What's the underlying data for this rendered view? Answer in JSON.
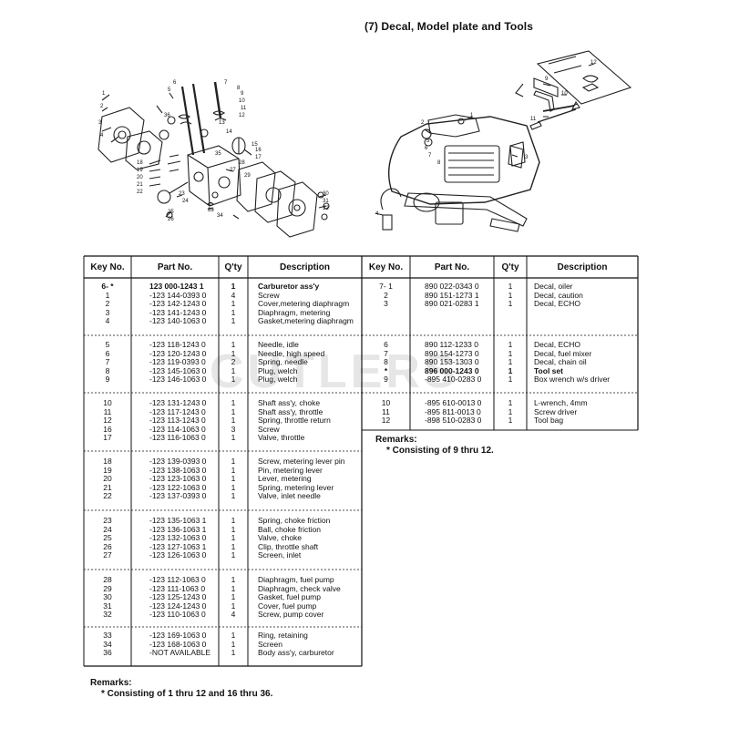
{
  "section_title": "(7)  Decal, Model plate and Tools",
  "watermark_text": "CUTLERS",
  "diagram_labels": {
    "carb": [
      "1",
      "2",
      "3",
      "4",
      "5",
      "6",
      "7",
      "8",
      "9",
      "10",
      "11",
      "12",
      "13",
      "14",
      "15",
      "16",
      "17",
      "18",
      "19",
      "20",
      "21",
      "22",
      "23",
      "24",
      "25",
      "26",
      "27",
      "28",
      "29",
      "30",
      "31",
      "32",
      "33",
      "34",
      "35",
      "36"
    ],
    "saw": [
      "1",
      "2",
      "3",
      "4",
      "5",
      "6",
      "7",
      "8",
      "9",
      "10",
      "11",
      "12"
    ]
  },
  "headers": {
    "left": {
      "key": "Key No.",
      "part": "Part No.",
      "qty": "Q'ty",
      "desc": "Description"
    },
    "right": {
      "key": "Key No.",
      "part": "Part No.",
      "qty": "Q'ty",
      "desc": "Description"
    }
  },
  "left_rows": [
    {
      "key": "6-  *",
      "part": "123 000-1243 1",
      "qty": "1",
      "desc": "Carburetor ass'y",
      "bold": true
    },
    {
      "key": "1",
      "part": "-123 144-0393 0",
      "qty": "4",
      "desc": "Screw"
    },
    {
      "key": "2",
      "part": "-123 142-1243 0",
      "qty": "1",
      "desc": "Cover,metering diaphragm"
    },
    {
      "key": "3",
      "part": "-123 141-1243 0",
      "qty": "1",
      "desc": "Diaphragm, metering"
    },
    {
      "key": "4",
      "part": "-123 140-1063 0",
      "qty": "1",
      "desc": "Gasket,metering diaphragm"
    },
    {
      "key": "5",
      "part": "-123 118-1243 0",
      "qty": "1",
      "desc": "Needle, idle"
    },
    {
      "key": "6",
      "part": "-123 120-1243 0",
      "qty": "1",
      "desc": "Needle, high speed"
    },
    {
      "key": "7",
      "part": "-123 119-0393 0",
      "qty": "2",
      "desc": "Spring, needle"
    },
    {
      "key": "8",
      "part": "-123 145-1063 0",
      "qty": "1",
      "desc": "Plug, welch"
    },
    {
      "key": "9",
      "part": "-123 146-1063 0",
      "qty": "1",
      "desc": "Plug, welch"
    },
    {
      "key": "10",
      "part": "-123 131-1243 0",
      "qty": "1",
      "desc": "Shaft ass'y, choke"
    },
    {
      "key": "11",
      "part": "-123 117-1243 0",
      "qty": "1",
      "desc": "Shaft ass'y, throttle"
    },
    {
      "key": "12",
      "part": "-123 113-1243 0",
      "qty": "1",
      "desc": "Spring, throttle return"
    },
    {
      "key": "16",
      "part": "-123 114-1063 0",
      "qty": "3",
      "desc": "Screw"
    },
    {
      "key": "17",
      "part": "-123 116-1063 0",
      "qty": "1",
      "desc": "Valve, throttle"
    },
    {
      "key": "18",
      "part": "-123 139-0393 0",
      "qty": "1",
      "desc": "Screw, metering lever pin"
    },
    {
      "key": "19",
      "part": "-123 138-1063 0",
      "qty": "1",
      "desc": "Pin, metering lever"
    },
    {
      "key": "20",
      "part": "-123 123-1063 0",
      "qty": "1",
      "desc": "Lever, metering"
    },
    {
      "key": "21",
      "part": "-123 122-1063 0",
      "qty": "1",
      "desc": "Spring, metering lever"
    },
    {
      "key": "22",
      "part": "-123 137-0393 0",
      "qty": "1",
      "desc": "Valve, inlet needle"
    },
    {
      "key": "23",
      "part": "-123 135-1063 1",
      "qty": "1",
      "desc": "Spring, choke friction"
    },
    {
      "key": "24",
      "part": "-123 136-1063 1",
      "qty": "1",
      "desc": "Ball, choke friction"
    },
    {
      "key": "25",
      "part": "-123 132-1063 0",
      "qty": "1",
      "desc": "Valve, choke"
    },
    {
      "key": "26",
      "part": "-123 127-1063 1",
      "qty": "1",
      "desc": "Clip, throttle shaft"
    },
    {
      "key": "27",
      "part": "-123 126-1063 0",
      "qty": "1",
      "desc": "Screen, inlet"
    },
    {
      "key": "28",
      "part": "-123 112-1063 0",
      "qty": "1",
      "desc": "Diaphragm, fuel pump"
    },
    {
      "key": "29",
      "part": "-123 111-1063 0",
      "qty": "1",
      "desc": "Diaphragm, check valve"
    },
    {
      "key": "30",
      "part": "-123 125-1243 0",
      "qty": "1",
      "desc": "Gasket, fuel pump"
    },
    {
      "key": "31",
      "part": "-123 124-1243 0",
      "qty": "1",
      "desc": "Cover, fuel pump"
    },
    {
      "key": "32",
      "part": "-123 110-1063 0",
      "qty": "4",
      "desc": "Screw, pump cover"
    },
    {
      "key": "33",
      "part": "-123 169-1063 0",
      "qty": "1",
      "desc": "Ring, retaining"
    },
    {
      "key": "34",
      "part": "-123 168-1063 0",
      "qty": "1",
      "desc": "Screen"
    },
    {
      "key": "36",
      "part": "-NOT AVAILABLE",
      "qty": "1",
      "desc": "Body ass'y, carburetor"
    }
  ],
  "right_rows": [
    {
      "key": "7-  1",
      "part": "890 022-0343 0",
      "qty": "1",
      "desc": "Decal, oiler"
    },
    {
      "key": "2",
      "part": "890 151-1273 1",
      "qty": "1",
      "desc": "Decal, caution"
    },
    {
      "key": "3",
      "part": "890 021-0283 1",
      "qty": "1",
      "desc": "Decal, ECHO"
    },
    {
      "key": "6",
      "part": "890 112-1233 0",
      "qty": "1",
      "desc": "Decal, ECHO"
    },
    {
      "key": "7",
      "part": "890 154-1273 0",
      "qty": "1",
      "desc": "Decal, fuel mixer"
    },
    {
      "key": "8",
      "part": "890 153-1303 0",
      "qty": "1",
      "desc": "Decal, chain oil"
    },
    {
      "key": "*",
      "part": "896 000-1243 0",
      "qty": "1",
      "desc": "Tool set",
      "bold": true
    },
    {
      "key": "9",
      "part": "-895 410-0283 0",
      "qty": "1",
      "desc": "Box wrench w/s driver"
    },
    {
      "key": "10",
      "part": "-895 610-0013 0",
      "qty": "1",
      "desc": "L-wrench, 4mm"
    },
    {
      "key": "11",
      "part": "-895 811-0013 0",
      "qty": "1",
      "desc": "Screw driver"
    },
    {
      "key": "12",
      "part": "-898 510-0283 0",
      "qty": "1",
      "desc": "Tool bag"
    }
  ],
  "right_remarks": {
    "title": "Remarks:",
    "text": "*  Consisting of 9 thru 12."
  },
  "bottom_remarks": {
    "title": "Remarks:",
    "text": "*  Consisting of 1 thru 12 and 16 thru 36."
  }
}
